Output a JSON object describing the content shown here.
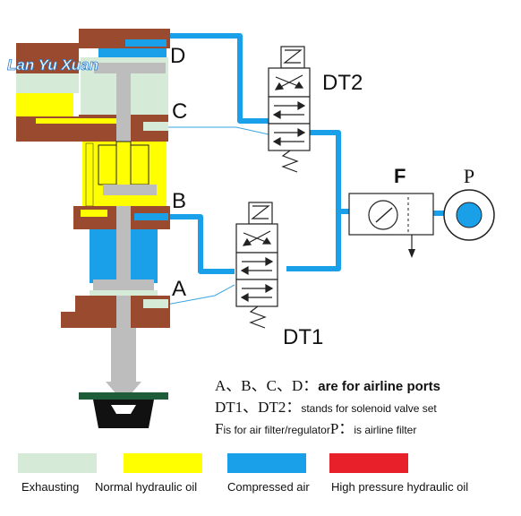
{
  "watermark": "Lan Yu Xuan",
  "ports": {
    "a": "A",
    "b": "B",
    "c": "C",
    "d": "D"
  },
  "valves": {
    "dt1": "DT1",
    "dt2": "DT2"
  },
  "filter_label": "F",
  "source_label": "P",
  "notes": {
    "line1_prefix": "A、B、C、D：",
    "line1_text": "are for airline ports",
    "line2_prefix": "DT1、DT2：",
    "line2_text": "stands for solenoid valve set",
    "line3_prefix": "F",
    "line3_text": "is for air filter/regulator",
    "line3_prefix2": "P：",
    "line3_text2": "is airline filter"
  },
  "legend": [
    {
      "label": "Exhausting",
      "color": "#d6ead8"
    },
    {
      "label": "Normal hydraulic oil",
      "color": "#ffff00"
    },
    {
      "label": "Compressed air",
      "color": "#1aa0e8"
    },
    {
      "label": "High pressure hydraulic oil",
      "color": "#e8202a"
    }
  ],
  "colors": {
    "brown": "#9a4a2e",
    "air": "#1aa0e8",
    "oil": "#ffff00",
    "exhaust": "#d6ead8",
    "piston": "#bdbdbd",
    "dark_green": "#1f5c3a"
  }
}
